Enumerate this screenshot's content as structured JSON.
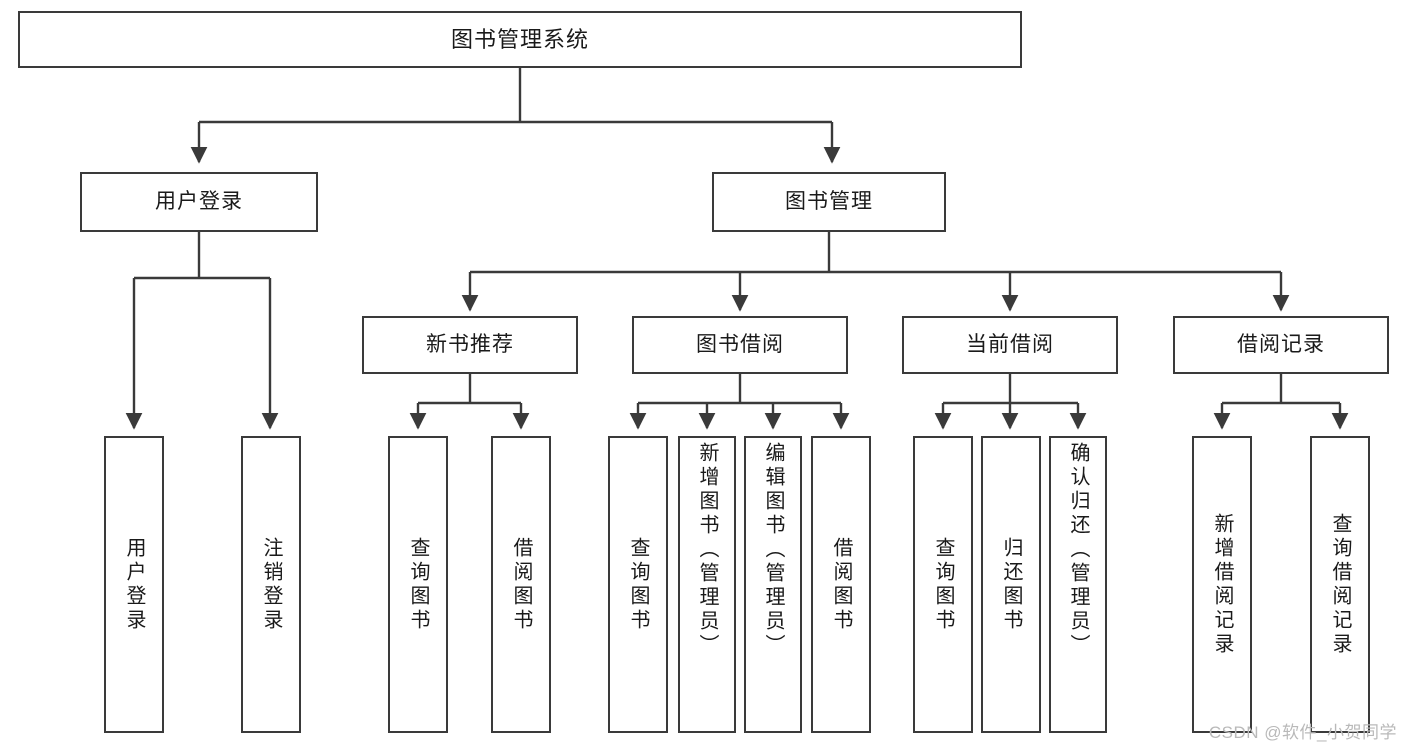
{
  "diagram": {
    "type": "tree-hierarchy-chart",
    "title": "图书管理系统",
    "root": {
      "id": "root",
      "label": "图书管理系统"
    },
    "level2": [
      {
        "id": "user-login",
        "label": "用户登录"
      },
      {
        "id": "book-manage",
        "label": "图书管理"
      }
    ],
    "level3": [
      {
        "id": "new-book-recommend",
        "label": "新书推荐"
      },
      {
        "id": "book-borrow",
        "label": "图书借阅"
      },
      {
        "id": "current-borrow",
        "label": "当前借阅"
      },
      {
        "id": "borrow-record",
        "label": "借阅记录"
      }
    ],
    "leaves": {
      "user_login": [
        {
          "id": "leaf-user-login",
          "label": "用户登录"
        },
        {
          "id": "leaf-logout-login",
          "label": "注销登录"
        }
      ],
      "new_book_recommend": [
        {
          "id": "leaf-query-book-1",
          "label": "查询图书"
        },
        {
          "id": "leaf-borrow-book-1",
          "label": "借阅图书"
        }
      ],
      "book_borrow": [
        {
          "id": "leaf-query-book-2",
          "label": "查询图书"
        },
        {
          "id": "leaf-add-book",
          "label": "新增图书（管理员）"
        },
        {
          "id": "leaf-edit-book",
          "label": "编辑图书（管理员）"
        },
        {
          "id": "leaf-borrow-book-2",
          "label": "借阅图书"
        }
      ],
      "current_borrow": [
        {
          "id": "leaf-query-book-3",
          "label": "查询图书"
        },
        {
          "id": "leaf-return-book",
          "label": "归还图书"
        },
        {
          "id": "leaf-confirm-return",
          "label": "确认归还（管理员）"
        }
      ],
      "borrow_record": [
        {
          "id": "leaf-add-record",
          "label": "新增借阅记录"
        },
        {
          "id": "leaf-query-record",
          "label": "查询借阅记录"
        }
      ]
    },
    "colors": {
      "stroke": "#3a3a3a",
      "fill": "#ffffff",
      "text": "#1a1a1a",
      "watermark": "#b9b9b9"
    }
  },
  "watermark": {
    "text": "CSDN @软件_小贺同学"
  }
}
